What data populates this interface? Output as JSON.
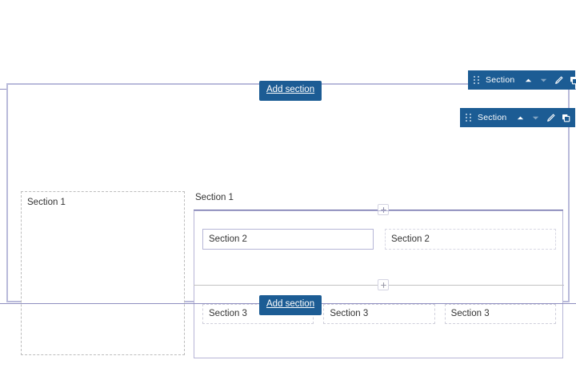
{
  "builder": {
    "add_section_top": {
      "label": "Add section",
      "icon": "add-section-rail"
    },
    "add_section_bottom": {
      "label": "Add section",
      "icon": "add-section-rail"
    },
    "colors": {
      "toolbar_blue": "#1c5c94",
      "frame_purple": "#b9bada",
      "rail_purple": "#8f8ec0",
      "inner_border_purple": "#b6b5d6",
      "dashed_gray": "#bdbdbd",
      "label_text": "#333333"
    },
    "toolbars": [
      {
        "name": "section-toolbar-outer",
        "label": "Section",
        "drag_handle_icon": "drag-dots-icon",
        "buttons": [
          {
            "icon": "chevron-up-icon",
            "name": "move-up-button",
            "state": "enabled"
          },
          {
            "icon": "chevron-down-icon",
            "name": "move-down-button",
            "state": "disabled"
          },
          {
            "icon": "pencil-icon",
            "name": "edit-button",
            "state": "enabled"
          },
          {
            "icon": "copy-icon",
            "name": "duplicate-button",
            "state": "enabled"
          },
          {
            "icon": "trash-icon",
            "name": "delete-button",
            "state": "enabled"
          }
        ]
      },
      {
        "name": "section-toolbar-inner",
        "label": "Section",
        "drag_handle_icon": "drag-dots-icon",
        "buttons": [
          {
            "icon": "chevron-up-icon",
            "name": "move-up-button",
            "state": "enabled"
          },
          {
            "icon": "chevron-down-icon",
            "name": "move-down-button",
            "state": "disabled"
          },
          {
            "icon": "pencil-icon",
            "name": "edit-button",
            "state": "enabled"
          },
          {
            "icon": "copy-icon",
            "name": "duplicate-button",
            "state": "enabled"
          },
          {
            "icon": "trash-icon",
            "name": "delete-button",
            "state": "enabled"
          }
        ]
      }
    ],
    "canvas": {
      "left_column": {
        "section_label": "Section 1",
        "border_style": "dashed"
      },
      "right_column": {
        "section_label": "Section 1",
        "border_style": "solid",
        "dividers": [
          {
            "name": "divider-top",
            "handle_icon": "plus-icon",
            "style": "purple"
          },
          {
            "name": "divider-middle",
            "handle_icon": "plus-icon",
            "style": "gray"
          }
        ],
        "row_section_2": {
          "cells": [
            {
              "label": "Section 2",
              "border_style": "solid"
            },
            {
              "label": "Section 2",
              "border_style": "dashed"
            }
          ]
        },
        "row_section_3": {
          "cells": [
            {
              "label": "Section 3",
              "border_style": "dashed"
            },
            {
              "label": "Section 3",
              "border_style": "dashed"
            },
            {
              "label": "Section 3",
              "border_style": "dashed"
            }
          ]
        }
      }
    }
  }
}
